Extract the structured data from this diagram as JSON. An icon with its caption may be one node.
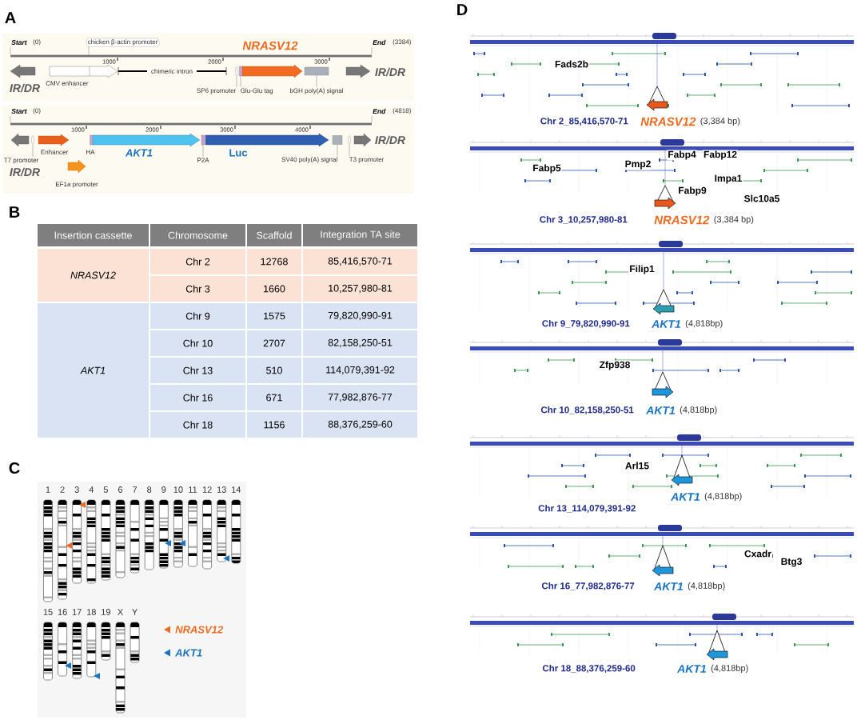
{
  "diagram": {
    "nodes": [
      {
        "text": [
          "chicken β-actin promoter"
        ]
      },
      {
        "text": [
          "SP6 promoter"
        ]
      },
      {
        "text": [],
        "shape": "ellipse"
      },
      {
        "text": [
          "Glu-Glu tag"
        ]
      },
      {
        "text": [],
        "shape": "bar"
      },
      {
        "text": [
          "bGH poly(A) signal"
        ]
      },
      {
        "text": [],
        "shape": "box"
      },
      {
        "text": [
          "T7 promoter"
        ]
      },
      {
        "text": [],
        "shape": "ellipse"
      },
      {
        "text": [
          "P2A"
        ]
      },
      {
        "text": [],
        "shape": "bar"
      },
      {
        "text": [
          "SV40 poly(A) signal"
        ]
      },
      {
        "text": [],
        "shape": "box"
      },
      {
        "text": [
          "T3 promoter"
        ]
      },
      {
        "text": [],
        "shape": "ellipse"
      }
    ],
    "edges": [
      {
        "from": 0,
        "to": null,
        "arrow": "none"
      },
      {
        "from": 1,
        "to": 2,
        "arrow": "none"
      },
      {
        "from": 3,
        "to": 4,
        "arrow": "none"
      },
      {
        "from": 5,
        "to": 6,
        "arrow": "none"
      },
      {
        "from": 7,
        "to": 8,
        "arrow": "none"
      },
      {
        "from": 9,
        "to": 10,
        "arrow": "none"
      },
      {
        "from": 11,
        "to": 12,
        "arrow": "none"
      },
      {
        "from": 13,
        "to": 14,
        "arrow": "none"
      }
    ],
    "labels": [
      "A",
      "Start",
      "(0)",
      "NRASV12",
      "End",
      "(3384)",
      "1000",
      "2000",
      "3000",
      "chimeric intron",
      "IR/DR",
      "IR/DR",
      "CMV enhancer",
      "Start",
      "(0)",
      "End",
      "(4818)",
      "1000",
      "2000",
      "3000",
      "4000",
      "IR/DR",
      "Enhancer",
      "HA",
      "AKT1",
      "Luc",
      "IR/DR",
      "EF1a promoter",
      "B",
      "Insertion cassette",
      "Chromosome",
      "Scaffold",
      "Integration TA site",
      "NRASV12",
      "Chr 2",
      "12768",
      "85,416,570-71",
      "Chr 3",
      "1660",
      "10,257,980-81",
      "AKT1",
      "Chr 9",
      "1575",
      "79,820,990-91",
      "Chr 10",
      "2707",
      "82,158,250-51",
      "Chr 13",
      "510",
      "114,079,391-92",
      "Chr 16",
      "671",
      "77,982,876-77",
      "Chr 18",
      "1156",
      "88,376,259-60",
      "C",
      "1",
      "2",
      "3",
      "4",
      "5",
      "6",
      "7",
      "8",
      "9",
      "10",
      "11",
      "12",
      "13",
      "14",
      "15",
      "16",
      "17",
      "18",
      "19",
      "X",
      "Y",
      "D",
      "Fads2b",
      "Chr 2_85,416,570-71",
      "NRASV12",
      "(3,384 bp)",
      "Fabp4",
      "Fabp12",
      "Pmp2",
      "Fabp5",
      "Impa1",
      "Fabp9",
      "Slc10a5",
      "Chr 3_10,257,980-81",
      "NRASV12",
      "(3,384 bp)",
      "Filip1",
      "Chr 9_79,820,990-91",
      "AKT1",
      "(4,818bp)",
      "Zfp938",
      "Chr 10_82,158,250-51",
      "AKT1",
      "(4,818bp)",
      "Arl15",
      "AKT1",
      "(4,818bp)",
      "Chr 13_114,079,391-92",
      "Cxadr",
      "Btg3",
      "Chr 16_77,982,876-77",
      "AKT1",
      "(4,818bp)",
      "Chr 18_88,376,259-60",
      "AKT1",
      "(4,818bp)"
    ],
    "legend": [
      {
        "text": "NRASV12",
        "color": "#ed6b21"
      },
      {
        "text": "AKT1",
        "color": "#1a74c4"
      }
    ]
  }
}
